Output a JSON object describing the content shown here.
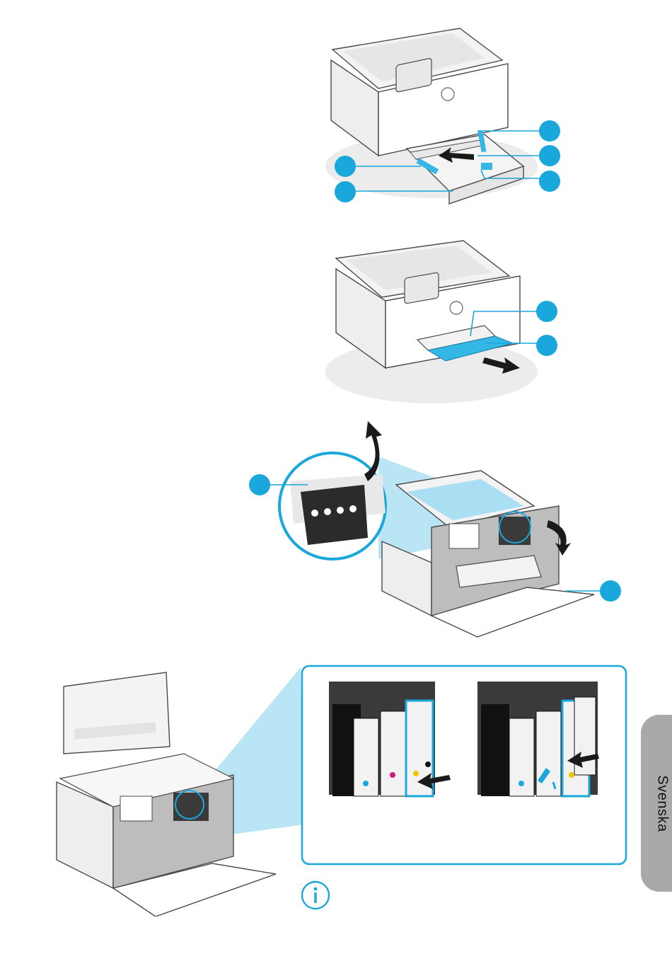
{
  "language_tab": {
    "label": "Svenska"
  },
  "colors": {
    "accent": "#1aa7dc",
    "highlight": "#35b7e6",
    "tab": "#a9a9a9"
  },
  "figures": [
    {
      "id": "load-paper-tray",
      "callouts": 5,
      "icons": [
        "arrow-push-icon"
      ]
    },
    {
      "id": "extend-output-tray",
      "callouts": 2,
      "icons": [
        "arrow-pull-icon"
      ]
    },
    {
      "id": "open-ink-access-door",
      "callouts": 2,
      "icons": [
        "arrow-lift-icon",
        "arrow-open-icon"
      ]
    },
    {
      "id": "insert-cartridges",
      "icons": [
        "hp-logo-icon",
        "info-icon"
      ]
    }
  ]
}
